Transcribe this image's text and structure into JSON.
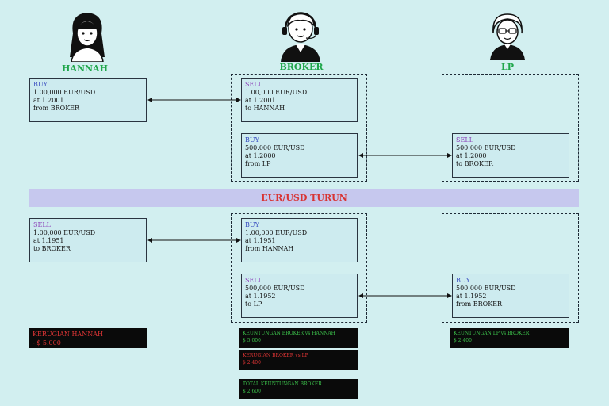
{
  "actors": {
    "hannah": {
      "name": "HANNAH"
    },
    "broker": {
      "name": "BROKER"
    },
    "lp": {
      "name": "LP"
    }
  },
  "banner": {
    "text": "EUR/USD TURUN"
  },
  "top": {
    "hannah": {
      "action": "BUY",
      "qty": "1.00,000 EUR/USD",
      "price": "at 1.2001",
      "party": "from BROKER"
    },
    "broker_sell": {
      "action": "SELL",
      "qty": "1.00,000 EUR/USD",
      "price": "at 1.2001",
      "party": "to HANNAH"
    },
    "broker_buy": {
      "action": "BUY",
      "qty": "500.000 EUR/USD",
      "price": "at 1.2000",
      "party": "from LP"
    },
    "lp": {
      "action": "SELL",
      "qty": "500.000 EUR/USD",
      "price": "at 1.2000",
      "party": "to BROKER"
    }
  },
  "bottom": {
    "hannah": {
      "action": "SELL",
      "qty": "1.00,000 EUR/USD",
      "price": "at 1.1951",
      "party": "to BROKER"
    },
    "broker_buy": {
      "action": "BUY",
      "qty": "1.00,000 EUR/USD",
      "price": "at 1.1951",
      "party": "from HANNAH"
    },
    "broker_sell": {
      "action": "SELL",
      "qty": "500,000 EUR/USD",
      "price": "at 1.1952",
      "party": "to LP"
    },
    "lp": {
      "action": "BUY",
      "qty": "500.000 EUR/USD",
      "price": "at 1.1952",
      "party": "from BROKER"
    }
  },
  "results": {
    "hannah_loss": {
      "label": "KERUGIAN HANNAH",
      "value": "- $ 5.000"
    },
    "broker_profit_hannah": {
      "label": "KEUNTUNGAN BROKER vs HANNAH",
      "value": "$ 5.000"
    },
    "broker_loss_lp": {
      "label": "KERUGIAN BROKER vs LP",
      "value": "$ 2.400"
    },
    "broker_total": {
      "label": "TOTAL KEUNTUNGAN BROKER",
      "value": "$ 2.600"
    },
    "lp_profit": {
      "label": "KEUNTUNGAN LP vs BROKER",
      "value": "$ 2.400"
    }
  },
  "colors": {
    "background": "#d2eff0",
    "box": "#cdebef",
    "actor_name": "#1fa64a",
    "banner_bg": "#c6c8ee",
    "banner_text": "#d83434",
    "profit": "#3cc24b",
    "loss": "#e03535",
    "buy": "#3a4ec0",
    "sell": "#8a3fb8"
  }
}
